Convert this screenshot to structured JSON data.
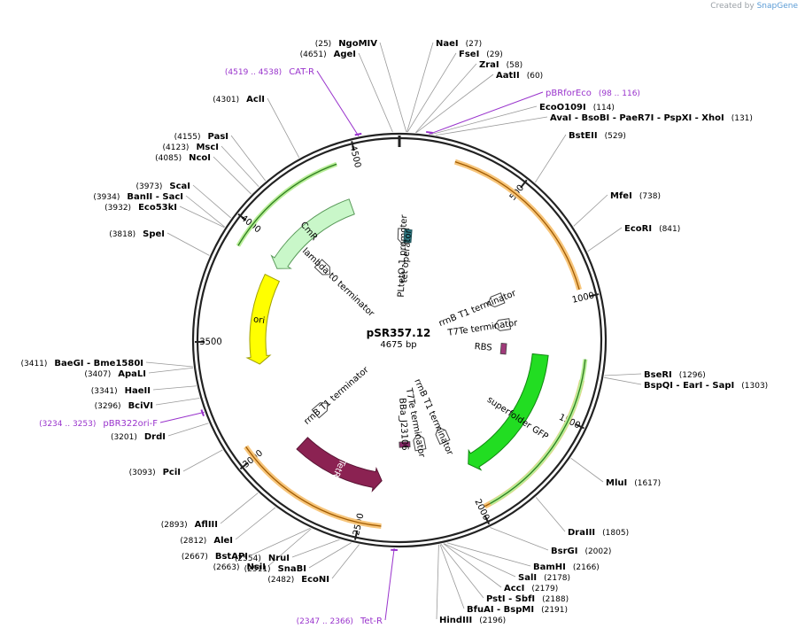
{
  "credit": {
    "prefix": "Created by",
    "brand": "SnapGene"
  },
  "plasmid": {
    "name": "pSR357.12",
    "size_label": "4675 bp",
    "length": 4675
  },
  "ruler_ticks": [
    {
      "pos": 500,
      "label": "500"
    },
    {
      "pos": 1000,
      "label": "1000"
    },
    {
      "pos": 1500,
      "label": "1500"
    },
    {
      "pos": 2000,
      "label": "2000"
    },
    {
      "pos": 2500,
      "label": "2500"
    },
    {
      "pos": 3000,
      "label": "3000"
    },
    {
      "pos": 3500,
      "label": "3500"
    },
    {
      "pos": 4000,
      "label": "4000"
    },
    {
      "pos": 4500,
      "label": "4500"
    }
  ],
  "features": [
    {
      "label": "CmR",
      "start": 3900,
      "end": 4420,
      "strand": -1,
      "color": "#c9f7c9",
      "stroke": "#5a9a5a"
    },
    {
      "label": "ori",
      "start": 3380,
      "end": 3845,
      "strand": -1,
      "color": "#ffff00",
      "stroke": "#a0a000"
    },
    {
      "label": "TetR",
      "start": 2430,
      "end": 2900,
      "strand": -1,
      "color": "#8b2252",
      "stroke": "#5a1535"
    },
    {
      "label": "superfolder GFP",
      "start": 1245,
      "end": 1960,
      "strand": 1,
      "color": "#22dd22",
      "stroke": "#118811"
    }
  ],
  "small_features": [
    {
      "label": "PLtetO-1 promoter",
      "pos": 28
    },
    {
      "label": "tet operator",
      "pos": 60
    },
    {
      "label": "rrnB T1 terminator",
      "pos": 880
    },
    {
      "label": "T7Te terminator",
      "pos": 1060
    },
    {
      "label": "RBS",
      "pos": 1230
    },
    {
      "label": "rrnB T1 terminator",
      "pos": 2025
    },
    {
      "label": "T7Te terminator",
      "pos": 2195
    },
    {
      "label": "BBa_J23106",
      "pos": 2300
    },
    {
      "label": "rrnB T1 terminator",
      "pos": 2970
    },
    {
      "label": "lambda t0 terminator",
      "pos": 4070
    }
  ],
  "primers": [
    {
      "label": "CAT-R",
      "range": "(4519 .. 4538)"
    },
    {
      "label": "pBRforEco",
      "range": "(98 .. 116)"
    },
    {
      "label": "pBR322ori-F",
      "range": "(3234 .. 3253)"
    },
    {
      "label": "Tet-R",
      "range": "(2347 .. 2366)"
    }
  ],
  "sites": [
    {
      "name": "NgoMIV",
      "pos": "(25)"
    },
    {
      "name": "NaeI",
      "pos": "(27)"
    },
    {
      "name": "AgeI",
      "pos": "(4651)"
    },
    {
      "name": "FseI",
      "pos": "(29)"
    },
    {
      "name": "ZraI",
      "pos": "(58)"
    },
    {
      "name": "AatII",
      "pos": "(60)"
    },
    {
      "name": "EcoO109I",
      "pos": "(114)"
    },
    {
      "name": "AvaI - BsoBI - PaeR7I - PspXI - XhoI",
      "pos": "(131)"
    },
    {
      "name": "BstEII",
      "pos": "(529)"
    },
    {
      "name": "MfeI",
      "pos": "(738)"
    },
    {
      "name": "EcoRI",
      "pos": "(841)"
    },
    {
      "name": "BseRI",
      "pos": "(1296)"
    },
    {
      "name": "BspQI - EarI - SapI",
      "pos": "(1303)"
    },
    {
      "name": "MluI",
      "pos": "(1617)"
    },
    {
      "name": "DraIII",
      "pos": "(1805)"
    },
    {
      "name": "BsrGI",
      "pos": "(2002)"
    },
    {
      "name": "BamHI",
      "pos": "(2166)"
    },
    {
      "name": "SalI",
      "pos": "(2178)"
    },
    {
      "name": "AccI",
      "pos": "(2179)"
    },
    {
      "name": "PstI - SbfI",
      "pos": "(2188)"
    },
    {
      "name": "BfuAI - BspMI",
      "pos": "(2191)"
    },
    {
      "name": "HindIII",
      "pos": "(2196)"
    },
    {
      "name": "EcoNI",
      "pos": "(2482)"
    },
    {
      "name": "SnaBI",
      "pos": "(2511)"
    },
    {
      "name": "NruI",
      "pos": "(2554)"
    },
    {
      "name": "NsiI",
      "pos": "(2663)"
    },
    {
      "name": "BstAPI",
      "pos": "(2667)"
    },
    {
      "name": "AleI",
      "pos": "(2812)"
    },
    {
      "name": "AflIII",
      "pos": "(2893)"
    },
    {
      "name": "PciI",
      "pos": "(3093)"
    },
    {
      "name": "DrdI",
      "pos": "(3201)"
    },
    {
      "name": "BciVI",
      "pos": "(3296)"
    },
    {
      "name": "HaeII",
      "pos": "(3341)"
    },
    {
      "name": "ApaLI",
      "pos": "(3407)"
    },
    {
      "name": "BaeGI - Bme1580I",
      "pos": "(3411)"
    },
    {
      "name": "SpeI",
      "pos": "(3818)"
    },
    {
      "name": "Eco53kI",
      "pos": "(3932)"
    },
    {
      "name": "BanII - SacI",
      "pos": "(3934)"
    },
    {
      "name": "ScaI",
      "pos": "(3973)"
    },
    {
      "name": "NcoI",
      "pos": "(4085)"
    },
    {
      "name": "MscI",
      "pos": "(4123)"
    },
    {
      "name": "PasI",
      "pos": "(4155)"
    },
    {
      "name": "AclI",
      "pos": "(4301)"
    }
  ]
}
